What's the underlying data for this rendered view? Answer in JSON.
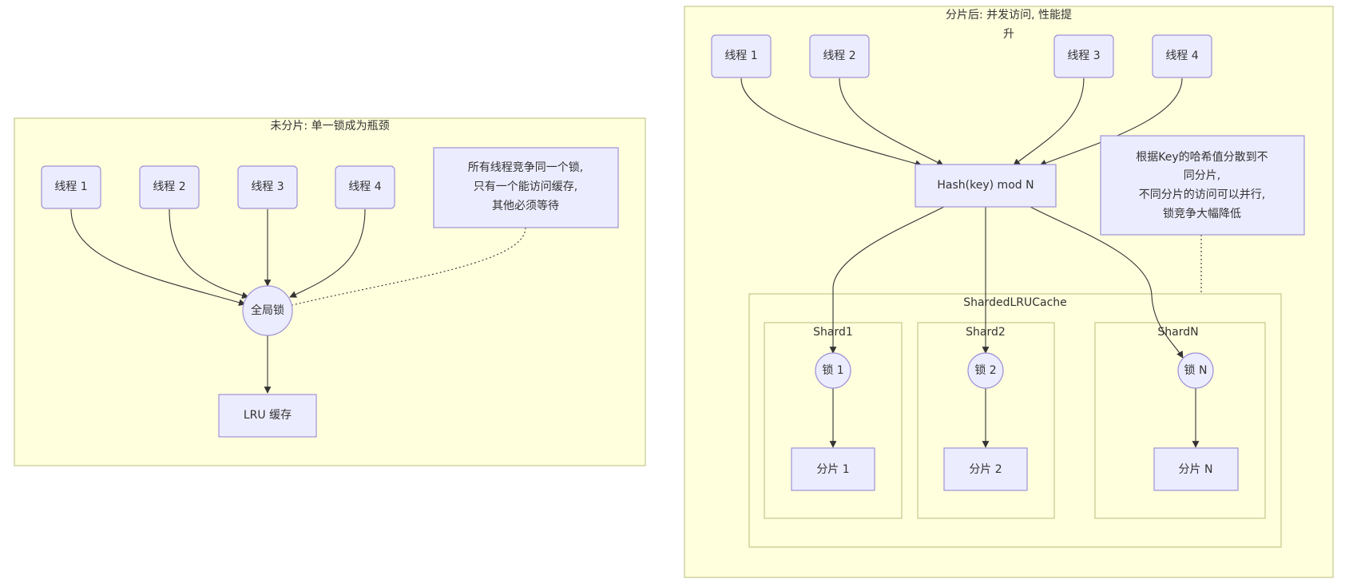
{
  "left": {
    "title": "未分片: 单一锁成为瓶颈",
    "threads": [
      "线程 1",
      "线程 2",
      "线程 3",
      "线程 4"
    ],
    "lock": "全局锁",
    "cache": "LRU 缓存",
    "note": [
      "所有线程竞争同一个锁,",
      "只有一个能访问缓存,",
      "其他必须等待"
    ]
  },
  "right": {
    "title": [
      "分片后: 并发访问, 性能提",
      "升"
    ],
    "threads": [
      "线程 1",
      "线程 2",
      "线程 3",
      "线程 4"
    ],
    "hash": "Hash(key) mod N",
    "note": [
      "根据Key的哈希值分散到不",
      "同分片,",
      "不同分片的访问可以并行,",
      "锁竞争大幅降低"
    ],
    "cache_group": "ShardedLRUCache",
    "shards": [
      {
        "name": "Shard1",
        "lock": "锁 1",
        "part": "分片 1"
      },
      {
        "name": "Shard2",
        "lock": "锁 2",
        "part": "分片 2"
      },
      {
        "name": "ShardN",
        "lock": "锁 N",
        "part": "分片 N"
      }
    ]
  },
  "colors": {
    "cluster_fill": "#ffffde",
    "cluster_stroke": "#c5c98b",
    "node_fill": "#ececff",
    "node_stroke": "#9f92d6",
    "edge": "#333333"
  }
}
